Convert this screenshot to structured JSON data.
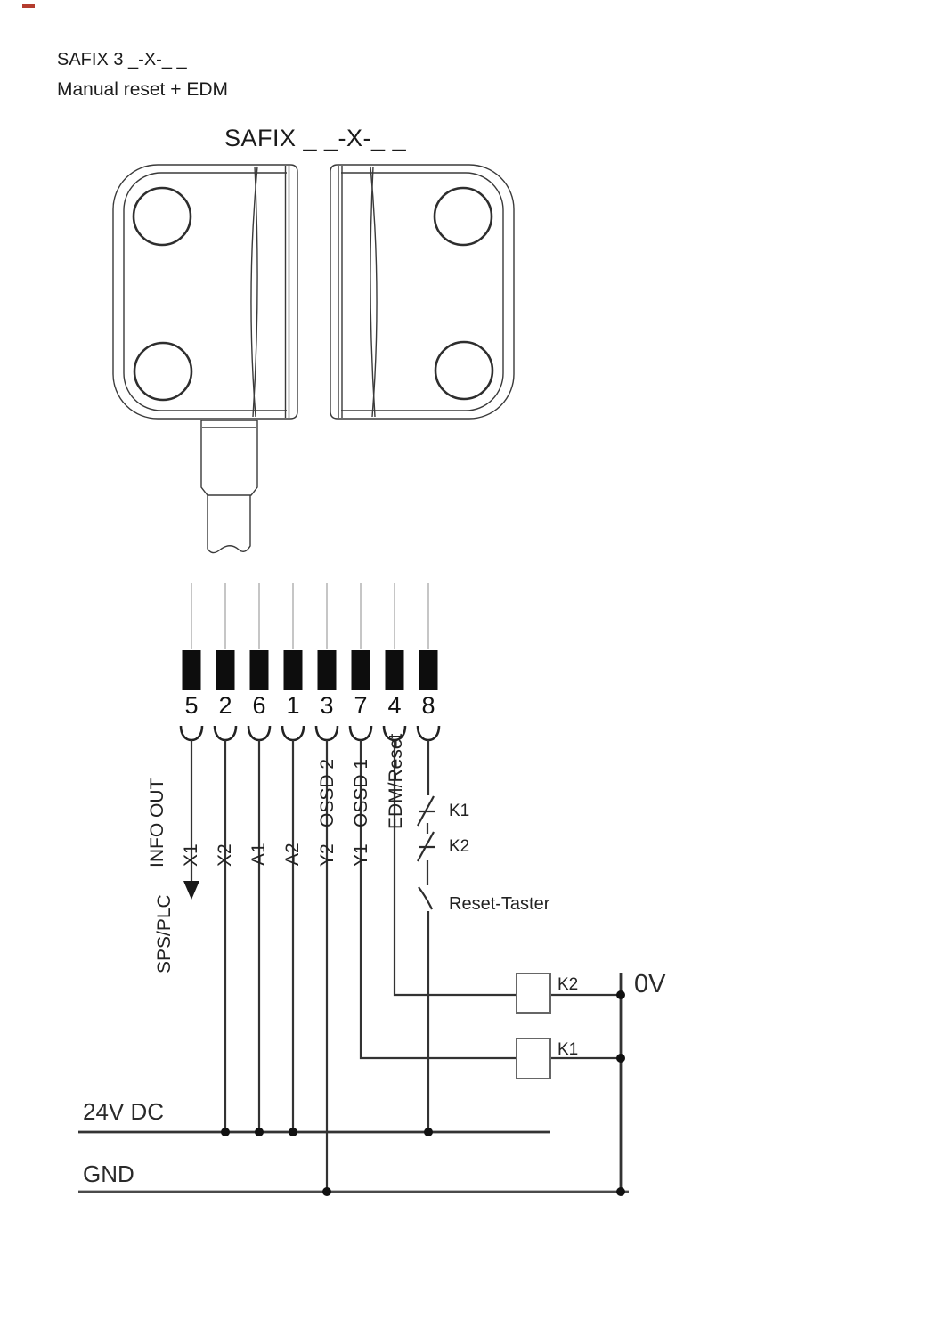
{
  "header": {
    "model_code": "SAFIX 3 _-X-_ _",
    "mode": "Manual reset + EDM"
  },
  "diagram": {
    "title": "SAFIX _ _-X-_ _",
    "pins": [
      {
        "number": "5",
        "signal": "INFO OUT"
      },
      {
        "number": "2",
        "signal": "X1"
      },
      {
        "number": "6",
        "signal": "X2"
      },
      {
        "number": "1",
        "signal": "A1"
      },
      {
        "number": "3",
        "signal": "A2"
      },
      {
        "number": "7",
        "signal": "Y2",
        "signal_full": "OSSD 2"
      },
      {
        "number": "4",
        "signal": "Y1",
        "signal_full": "OSSD 1"
      },
      {
        "number": "8",
        "signal": "EDM/Reset"
      }
    ],
    "plc_label": "SPS/PLC",
    "edm_contacts": [
      {
        "label": "K1"
      },
      {
        "label": "K2"
      }
    ],
    "reset_button_label": "Reset-Taster",
    "coils": [
      {
        "label": "K2"
      },
      {
        "label": "K1"
      }
    ],
    "rails": {
      "zero_volt": "0V",
      "supply": "24V DC",
      "ground": "GND"
    },
    "colors": {
      "wire": "#333333",
      "lead": "#b8b8b8",
      "pin_block": "#0d0d0d",
      "text": "#1a1a1a"
    }
  }
}
